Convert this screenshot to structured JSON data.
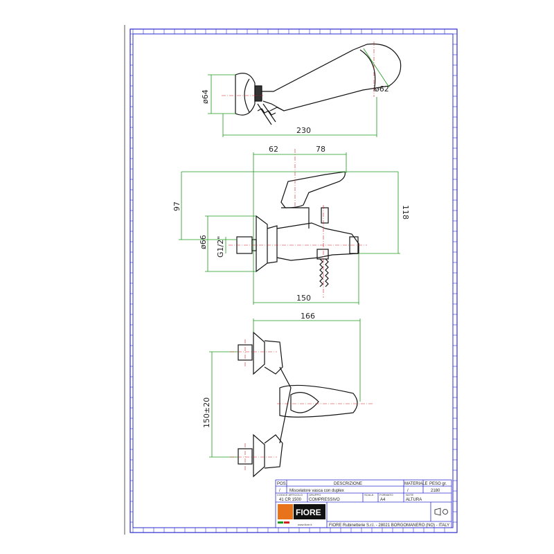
{
  "dimensions": {
    "shower_head_dia": "ø64",
    "shower_tip_dia": "ø62",
    "shower_length": "230",
    "spout_offset": "62",
    "lever_offset": "78",
    "height_97": "97",
    "height_118": "118",
    "flange_dia": "ø66",
    "thread": "G1/2\"",
    "body_length": "150",
    "total_depth": "166",
    "centers": "150±20"
  },
  "title_block": {
    "pos_label": "POS.",
    "desc_label": "DESCRIZIONE",
    "material_label": "MATERIALE",
    "weight_label": "PESO gr.",
    "pos_value": "/",
    "description": "Miscelatore vasca con duplex",
    "material_value": "/",
    "weight_value": "2180",
    "code_label": "CODICE ARTICOLO",
    "code_value": "41 CR 1500",
    "group_label": "GRUPPO",
    "group_value": "COMPRESSIVO",
    "scale_label": "SCALA",
    "format_label": "FORMATO",
    "format_value": "A4",
    "note_label": "NOTE",
    "note_value": "ALTURA",
    "company": "FIORE Rubinetterie S.r.l. - 28021 BORGOMANERO (NO) - ITALY",
    "logo_text": "FIORE",
    "website": "www.fiore.it"
  },
  "colors": {
    "frame": "#2b2bd0",
    "dimension": "#1a9a1a",
    "axis": "#d02020"
  }
}
